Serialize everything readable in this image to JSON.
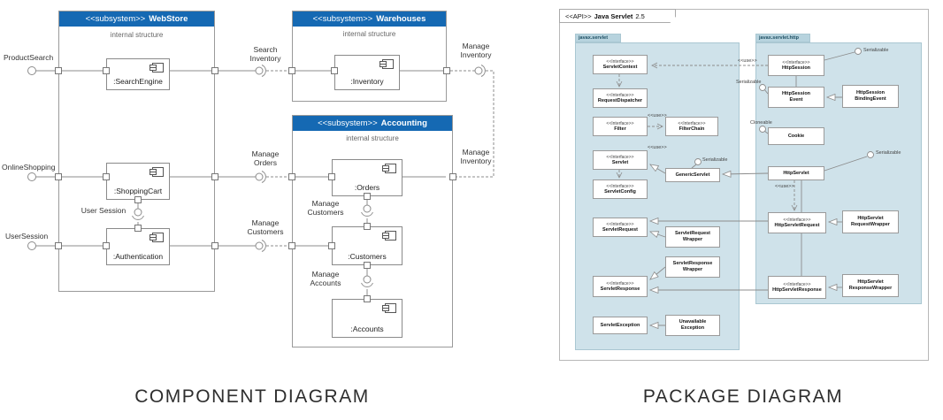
{
  "captions": {
    "component": "COMPONENT DIAGRAM",
    "package": "PACKAGE DIAGRAM"
  },
  "component_diagram": {
    "webstore": {
      "stereotype": "<<subsystem>>",
      "name": "WebStore",
      "internal": "internal structure",
      "search_engine": ":SearchEngine",
      "shopping_cart": ":ShoppingCart",
      "authentication": ":Authentication"
    },
    "warehouses": {
      "stereotype": "<<subsystem>>",
      "name": "Warehouses",
      "internal": "internal structure",
      "inventory": ":Inventory"
    },
    "accounting": {
      "stereotype": "<<subsystem>>",
      "name": "Accounting",
      "internal": "internal structure",
      "orders": ":Orders",
      "customers": ":Customers",
      "accounts": ":Accounts"
    },
    "external_interfaces": {
      "product_search": "ProductSearch",
      "online_shopping": "OnlineShopping",
      "user_session": "UserSession"
    },
    "connectors": {
      "search_inventory": "Search\nInventory",
      "manage_orders": "Manage\nOrders",
      "manage_customers_left": "Manage\nCustomers",
      "manage_inventory_top": "Manage\nInventory",
      "manage_inventory_right": "Manage\nInventory",
      "user_session_internal": "User Session",
      "manage_customers_internal": "Manage\nCustomers",
      "manage_accounts_internal": "Manage\nAccounts"
    }
  },
  "package_diagram": {
    "frame": {
      "stereotype": "<<API>>",
      "name": "Java Servlet",
      "version": "2.5"
    },
    "packages": {
      "servlet": {
        "name": "javax.servlet"
      },
      "servlet_http": {
        "name": "javax.servlet.http"
      }
    },
    "classes": {
      "servlet_context": {
        "stereo": "<<Interface>>",
        "name": "ServletContext"
      },
      "request_dispatcher": {
        "stereo": "<<Interface>>",
        "name": "RequestDispatcher"
      },
      "filter": {
        "stereo": "<<Interface>>",
        "name": "Filter"
      },
      "filter_chain": {
        "stereo": "<<Interface>>",
        "name": "FilterChain"
      },
      "servlet": {
        "stereo": "<<Interface>>",
        "name": "Servlet"
      },
      "generic_servlet": {
        "name": "GenericServlet"
      },
      "servlet_config": {
        "stereo": "<<Interface>>",
        "name": "ServletConfig"
      },
      "servlet_request": {
        "stereo": "<<Interface>>",
        "name": "ServletRequest"
      },
      "servlet_request_wrapper": {
        "name": "ServletRequest\nWrapper"
      },
      "servlet_response": {
        "stereo": "<<Interface>>",
        "name": "ServletResponse"
      },
      "servlet_response_wrapper": {
        "name": "ServletResponse\nWrapper"
      },
      "servlet_exception": {
        "name": "ServletException"
      },
      "unavailable_exception": {
        "name": "Unavailable\nException"
      },
      "http_session": {
        "stereo": "<<Interface>>",
        "name": "HttpSession"
      },
      "http_session_event": {
        "name": "HttpSession\nEvent"
      },
      "http_session_binding_event": {
        "name": "HttpSession\nBindingEvent"
      },
      "cookie": {
        "name": "Cookie"
      },
      "http_servlet": {
        "name": "HttpServlet"
      },
      "http_servlet_request": {
        "stereo": "<<Interface>>",
        "name": "HttpServletRequest"
      },
      "http_servlet_request_wrapper": {
        "name": "HttpServlet\nRequestWrapper"
      },
      "http_servlet_response": {
        "stereo": "<<Interface>>",
        "name": "HttpServletResponse"
      },
      "http_servlet_response_wrapper": {
        "name": "HttpServlet\nResponseWrapper"
      }
    },
    "annotations": {
      "use": "<<use>>",
      "serializable": "Serializable",
      "cloneable": "Cloneable"
    }
  }
}
